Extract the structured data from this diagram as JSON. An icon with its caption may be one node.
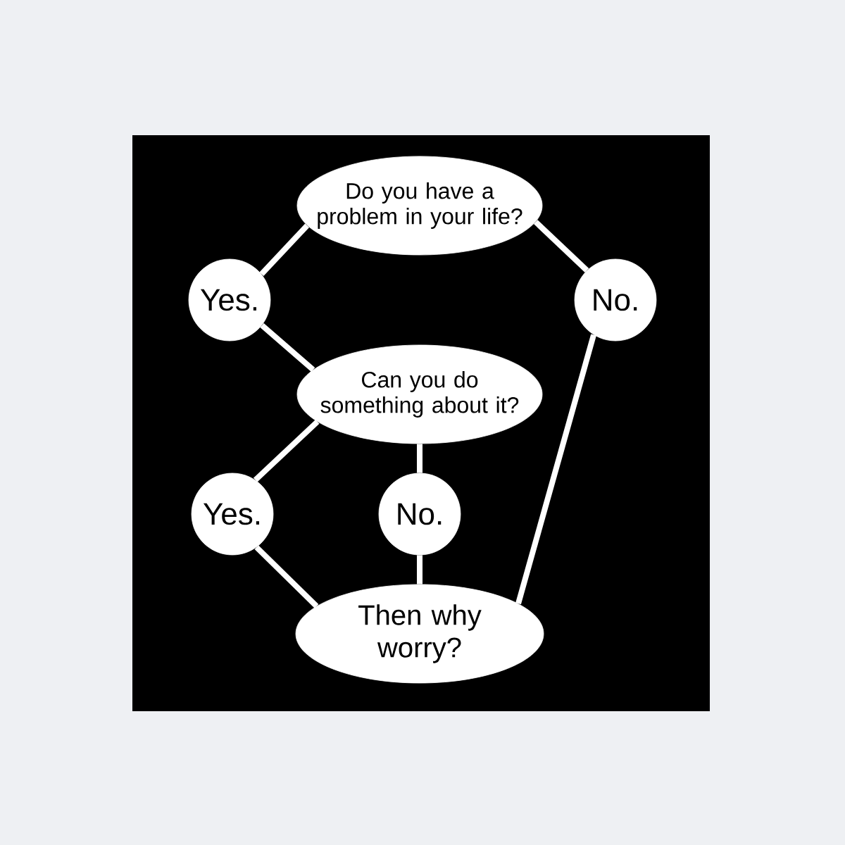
{
  "diagram": {
    "nodes": [
      {
        "text": [
          "Do you have a problem in your life?"
        ]
      },
      {
        "text": [
          "Yes."
        ]
      },
      {
        "text": [
          "No."
        ]
      },
      {
        "text": [
          "Can you do something about it?"
        ]
      },
      {
        "text": [
          "Yes."
        ]
      },
      {
        "text": [
          "No."
        ]
      },
      {
        "text": [
          "Then why worry?"
        ]
      }
    ],
    "edges": [
      {
        "from": 0,
        "to": 1,
        "arrow": "none"
      },
      {
        "from": 0,
        "to": 2,
        "arrow": "none"
      },
      {
        "from": 1,
        "to": 3,
        "arrow": "none"
      },
      {
        "from": 3,
        "to": 4,
        "arrow": "none"
      },
      {
        "from": 3,
        "to": 5,
        "arrow": "none"
      },
      {
        "from": 4,
        "to": 6,
        "arrow": "none"
      },
      {
        "from": 5,
        "to": 6,
        "arrow": "none"
      },
      {
        "from": 2,
        "to": 6,
        "arrow": "none"
      }
    ]
  }
}
